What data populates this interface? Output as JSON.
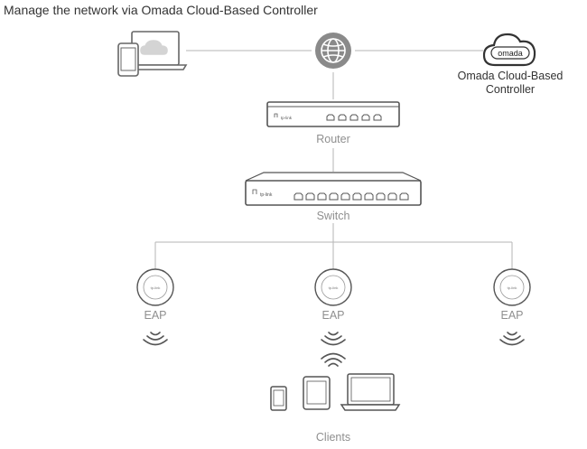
{
  "diagram": {
    "title": "Manage the network via Omada Cloud-Based Controller",
    "controller": {
      "logo_text": "omada",
      "label_line1": "Omada Cloud-Based",
      "label_line2": "Controller"
    },
    "router": {
      "brand": "tp-link",
      "label": "Router"
    },
    "switch": {
      "brand": "tp-link",
      "label": "Switch"
    },
    "eaps": [
      {
        "label": "EAP",
        "brand": "tp-link"
      },
      {
        "label": "EAP",
        "brand": "tp-link"
      },
      {
        "label": "EAP",
        "brand": "tp-link"
      }
    ],
    "clients": {
      "label": "Clients"
    },
    "icons": {
      "admin": "laptop-with-phone-cloud-icon",
      "internet": "globe-icon",
      "cloud": "cloud-icon",
      "wifi": "wifi-signal-icon",
      "phone": "smartphone-icon",
      "tablet": "tablet-icon",
      "laptop": "laptop-icon"
    },
    "colors": {
      "line": "#b5b5b5",
      "device": "#666666",
      "globe": "#8a8a8a",
      "label": "#8f8f8f"
    }
  }
}
